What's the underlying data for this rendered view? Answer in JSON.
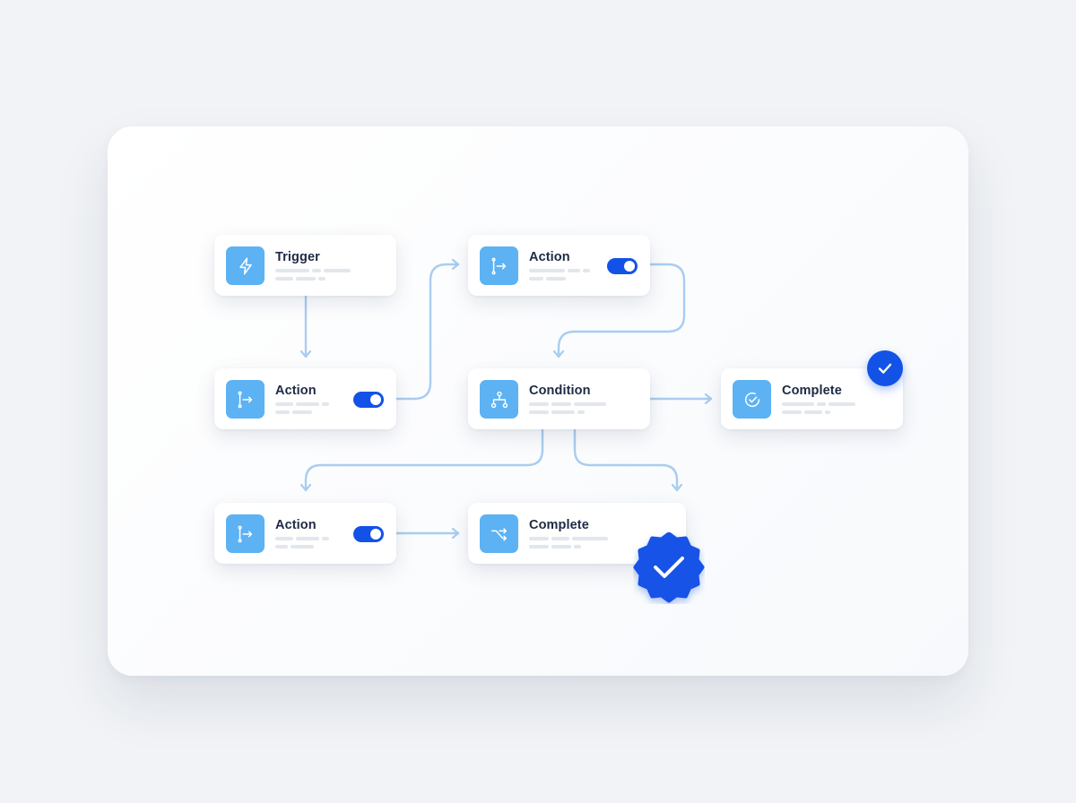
{
  "diagram": {
    "nodes": [
      {
        "id": "trigger",
        "title": "Trigger",
        "icon": "bolt-icon",
        "has_toggle": false
      },
      {
        "id": "action-top",
        "title": "Action",
        "icon": "split-arrow-icon",
        "has_toggle": true,
        "toggle_on": true
      },
      {
        "id": "action-mid",
        "title": "Action",
        "icon": "split-arrow-icon",
        "has_toggle": true,
        "toggle_on": true
      },
      {
        "id": "condition",
        "title": "Condition",
        "icon": "branch-icon",
        "has_toggle": false
      },
      {
        "id": "complete-right",
        "title": "Complete",
        "icon": "check-circle-icon",
        "has_toggle": false,
        "badge": "check-circle-badge"
      },
      {
        "id": "action-bottom",
        "title": "Action",
        "icon": "split-arrow-icon",
        "has_toggle": true,
        "toggle_on": true
      },
      {
        "id": "complete-bottom",
        "title": "Complete",
        "icon": "shuffle-icon",
        "has_toggle": false,
        "badge": "seal-check-badge"
      }
    ],
    "edges": [
      [
        "trigger",
        "action-mid"
      ],
      [
        "action-mid",
        "action-top"
      ],
      [
        "action-top",
        "condition"
      ],
      [
        "condition",
        "complete-right"
      ],
      [
        "condition",
        "action-bottom"
      ],
      [
        "condition",
        "complete-bottom"
      ],
      [
        "action-bottom",
        "complete-bottom"
      ]
    ]
  },
  "colors": {
    "page_bg": "#f1f3f6",
    "icon_tile": "#5cb2f3",
    "accent": "#1352e6",
    "connector": "#a9cdef",
    "title_text": "#1d2a44",
    "placeholder_bar": "#e2e6ed"
  }
}
